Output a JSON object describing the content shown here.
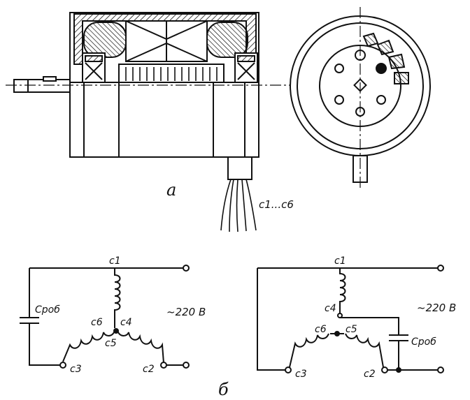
{
  "figure": {
    "part_a_label": "a",
    "part_b_label": "б",
    "leads_label": "c1...c6"
  },
  "circuit_left": {
    "c1": "c1",
    "c2": "c2",
    "c3": "c3",
    "c4": "c4",
    "c5": "c5",
    "c6": "c6",
    "capacitor": "Cроб",
    "voltage": "~220 В"
  },
  "circuit_right": {
    "c1": "c1",
    "c2": "c2",
    "c3": "c3",
    "c4": "c4",
    "c5": "c5",
    "c6": "c6",
    "capacitor": "Cроб",
    "voltage": "~220 В"
  },
  "colors": {
    "ink": "#111111",
    "paper": "#ffffff"
  }
}
